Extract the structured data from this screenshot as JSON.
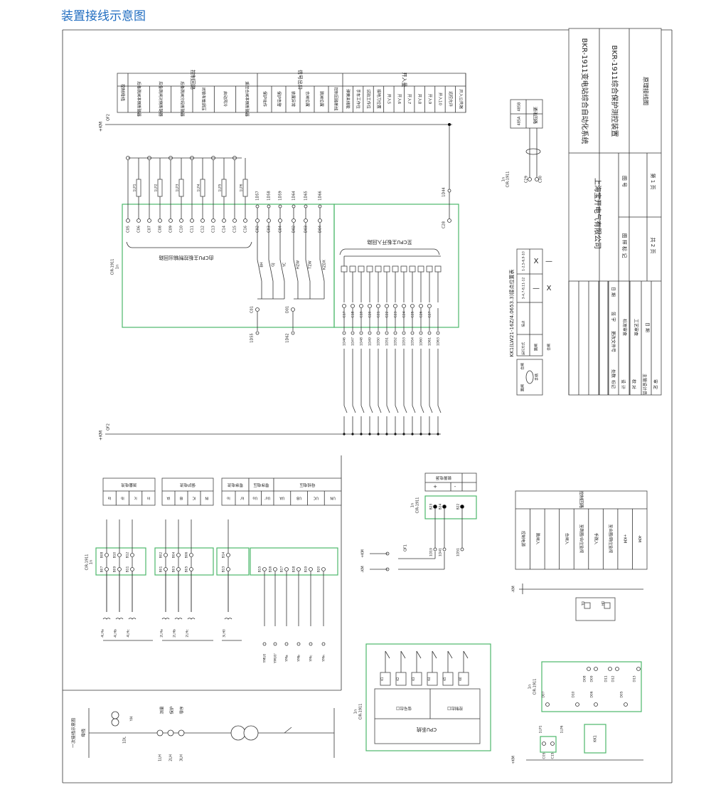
{
  "page_title": "装置接线示意图",
  "title_block": {
    "system": "BKR-1911变电站综合自动化系统",
    "device": "BKR-1911综合保护测控装置",
    "drawing_name": "原理接线图",
    "company": "上海宝开电气有限公司",
    "sample_mark": "图 样 标 记",
    "drawing_no": "图 号",
    "total_pages": "共 2 页",
    "page": "第 1 页",
    "rev_headers": [
      "标记",
      "处数",
      "更改文件号",
      "签 字",
      "日 期"
    ],
    "sign_rows": [
      "设 计",
      "校 对",
      "主管设计员",
      "审 定"
    ],
    "review": [
      "标准审查",
      "工艺审查",
      "日 期"
    ]
  },
  "header_table": {
    "bus_label": "控制母线",
    "groups": [
      {
        "label": "控制回路",
        "items": [
          "后备跳闸本侧断路器",
          "后备跳闸对侧断路器",
          "后备跳闸分段断路器",
          "闭锁有载调压",
          "启动风冷",
          "遥控合闸本侧断路器"
        ]
      },
      {
        "label": "信号出口",
        "items": [
          "保护动作",
          "保护告警",
          "装置异常",
          "合闸位置",
          "跳闸位置",
          "控制回路断线"
        ]
      },
      {
        "label": "开入量",
        "items": [
          "弹簧未储能",
          "手车工作位",
          "试验工作位",
          "接地刀位置",
          "开入5",
          "开入6",
          "开入7",
          "开入8",
          "开入9",
          "开入10",
          "远控允许",
          "开入公共端"
        ]
      }
    ]
  },
  "bus": {
    "km_plus": "+KM",
    "qf2": "QF2",
    "km_minus": "-KM"
  },
  "device_ref": {
    "n": "1n",
    "model": "CIR-1911"
  },
  "outputs": {
    "caption": "由CPU主板控制输出回路",
    "links": [
      "1LP1",
      "1LP2",
      "1LP3",
      "1LP4",
      "1LP5",
      "1LP6"
    ],
    "terminals": [
      "C05",
      "C06",
      "C07",
      "C08",
      "C09",
      "C10",
      "C11",
      "C12",
      "C13",
      "C14",
      "C15",
      "C16"
    ]
  },
  "signals": {
    "top": [
      "1D57",
      "1D58",
      "1D59",
      "1D64",
      "1D65",
      "1D66"
    ],
    "terminals": [
      "C02",
      "C03",
      "C04",
      "D02",
      "D03",
      "D04"
    ],
    "contacts": [
      "BH",
      "GJ",
      "YC",
      "HZW",
      "TZW",
      "KZDX"
    ],
    "commons": [
      "C01",
      "D01"
    ],
    "bottom": [
      "1D55",
      "1D62"
    ]
  },
  "inputs": {
    "caption": "至CPU主板开入回路",
    "terminals": [
      "C17",
      "C18",
      "C19",
      "C20",
      "C21",
      "C22",
      "C23",
      "C24",
      "C25",
      "C26",
      "C27"
    ],
    "bottom": [
      "1D46",
      "1D47",
      "1D48",
      "1D49",
      "1D50",
      "1D51",
      "1D52",
      "1D53",
      "1D54",
      "1D60",
      "1D61",
      "1D63"
    ],
    "common": "C28",
    "common_top": "1D44"
  },
  "comm": {
    "title": "通讯回路",
    "a": "485A",
    "b": "485B",
    "t1": "C29",
    "t2": "C30"
  },
  "kk1": {
    "title": "KK1(LW21-16Z/4.0653.3)接点位置表",
    "head_contact": "接点",
    "head_mode": "运行方式",
    "cols": [
      "1-2,5-6,9-10",
      "3-4,7-8,11-12"
    ],
    "rows": [
      {
        "mode": "跳闸",
        "a": "X",
        "b": "—"
      },
      {
        "mode": "合闸",
        "a": "—",
        "b": "X"
      }
    ],
    "switch_labels": [
      "跳闸",
      "合闸",
      "手柄"
    ]
  },
  "analog_table": [
    {
      "label": "测量电流",
      "items": [
        "Ia",
        "Ib",
        "Ic",
        "In"
      ]
    },
    {
      "label": "保护电流",
      "items": [
        "IA",
        "IB",
        "IC",
        "IN"
      ]
    },
    {
      "label": "零序电流",
      "items": [
        "Io",
        "Io'"
      ]
    },
    {
      "label": "零序电压",
      "items": [
        "Uo",
        "Uo'"
      ]
    },
    {
      "label": "母线电压",
      "items": [
        "UA",
        "UB",
        "UC",
        "UN"
      ]
    }
  ],
  "analog_terminals": [
    "B08",
    "B10",
    "B12",
    "B07",
    "B09",
    "B11",
    "B02",
    "B04",
    "B06",
    "B01",
    "B03",
    "B05",
    "B14",
    "B13",
    "B15",
    "B16",
    "B17",
    "B18",
    "B19",
    "B20"
  ],
  "ct_labels": [
    "4LHa",
    "4LHb",
    "4LHc",
    "2LHa",
    "2LHb",
    "2LHc",
    "3LH0"
  ],
  "pt_labels": [
    "YMU0",
    "YMU0'",
    "YMa",
    "YMb",
    "YMc",
    "YMn"
  ],
  "power": {
    "label": "装置电源",
    "plus": "+",
    "minus": "-",
    "terminals": [
      "B23",
      "B24",
      "B22"
    ],
    "wires": [
      "1D19",
      "1D41",
      "1D51"
    ],
    "qf1": "QF1"
  },
  "control_table": {
    "title": "控制回路",
    "items": [
      "控制电源",
      "跳闸入",
      "",
      "合闸入",
      "至跳圈/合位监视",
      "手跳入",
      "至合圈/跳位监视",
      "+KM",
      "-KM"
    ]
  },
  "control_circuit": {
    "coils": [
      "TQ",
      "HQ"
    ],
    "terminals": [
      "D08",
      "D09",
      "D11",
      "D12",
      "D13",
      "D07",
      "D10",
      "D06",
      "D05",
      "C05",
      "C15"
    ],
    "switch": "KK1",
    "links": [
      "1LP1",
      "1LP6"
    ]
  },
  "cpu": {
    "system": "CPU系统",
    "signal_out": "信号出口",
    "control_out": "控制出口",
    "relays": [
      "K1",
      "K2",
      "K3",
      "K4",
      "K5",
      "K6"
    ]
  },
  "one_line": {
    "title": "一次接线示意图",
    "bus": "母线",
    "measure": "测量",
    "protect": "保护",
    "zero": "零序",
    "yh": "YH",
    "qs": "1DL",
    "cts": [
      "1LH",
      "2LH",
      "3LH"
    ]
  }
}
